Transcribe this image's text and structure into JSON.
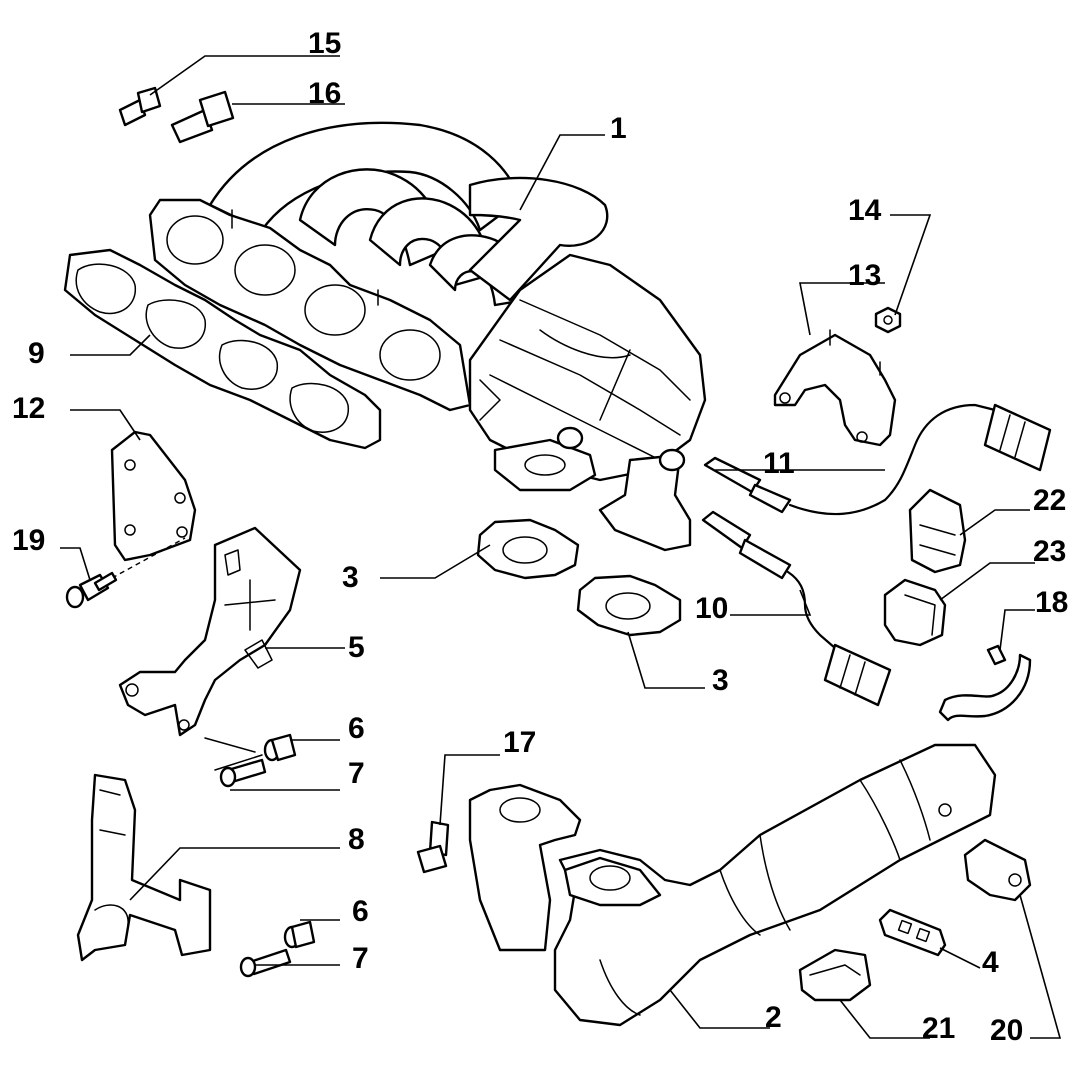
{
  "callouts": {
    "c1": "1",
    "c2": "2",
    "c3a": "3",
    "c3b": "3",
    "c4": "4",
    "c5": "5",
    "c6a": "6",
    "c6b": "6",
    "c7a": "7",
    "c7b": "7",
    "c8": "8",
    "c9": "9",
    "c10": "10",
    "c11": "11",
    "c12": "12",
    "c13": "13",
    "c14": "14",
    "c15": "15",
    "c16": "16",
    "c17": "17",
    "c18": "18",
    "c19": "19",
    "c20": "20",
    "c21": "21",
    "c22": "22",
    "c23": "23"
  }
}
